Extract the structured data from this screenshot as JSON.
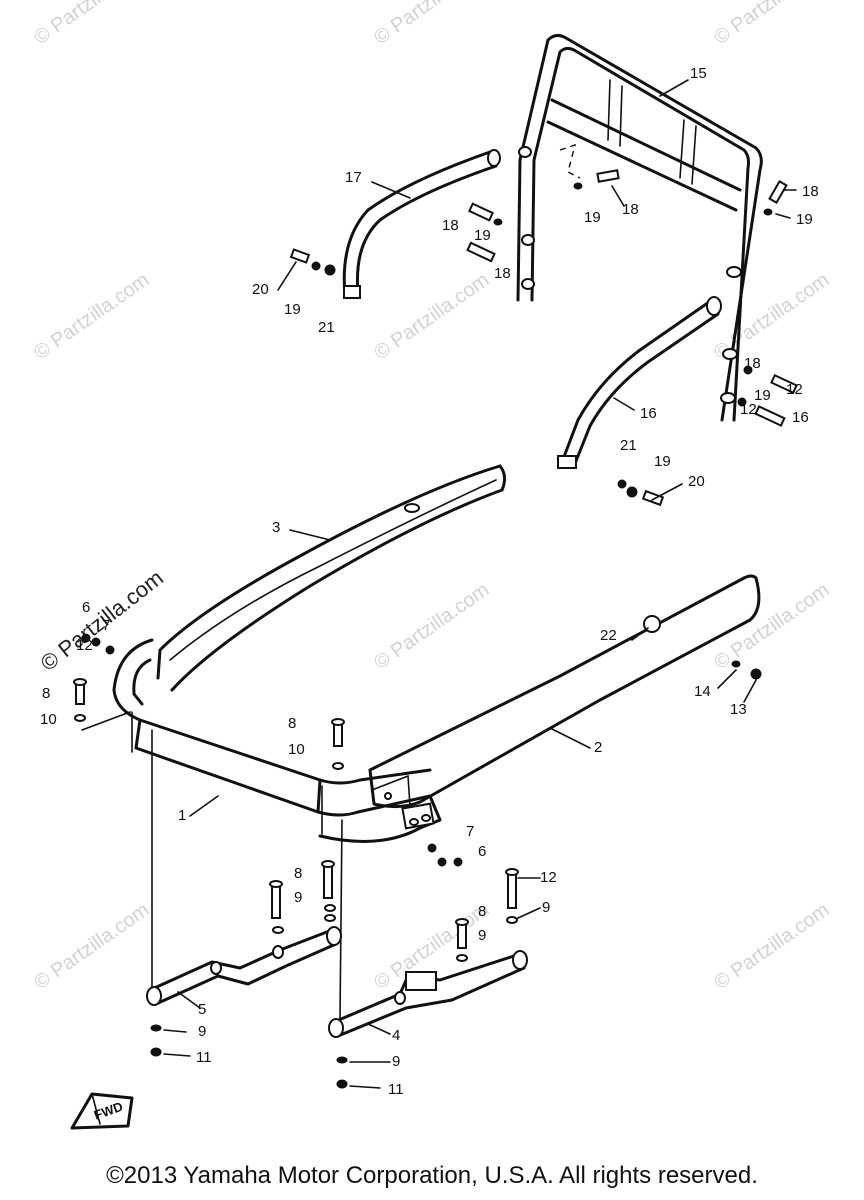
{
  "watermark": "© Partzilla.com",
  "fwd_label": "FWD",
  "copyright": "©2013 Yamaha Motor Corporation, U.S.A. All rights reserved.",
  "callouts": [
    "1",
    "2",
    "3",
    "4",
    "5",
    "6",
    "7",
    "8",
    "9",
    "10",
    "11",
    "12",
    "13",
    "14",
    "15",
    "16",
    "17",
    "18",
    "19",
    "20",
    "21",
    "22"
  ]
}
